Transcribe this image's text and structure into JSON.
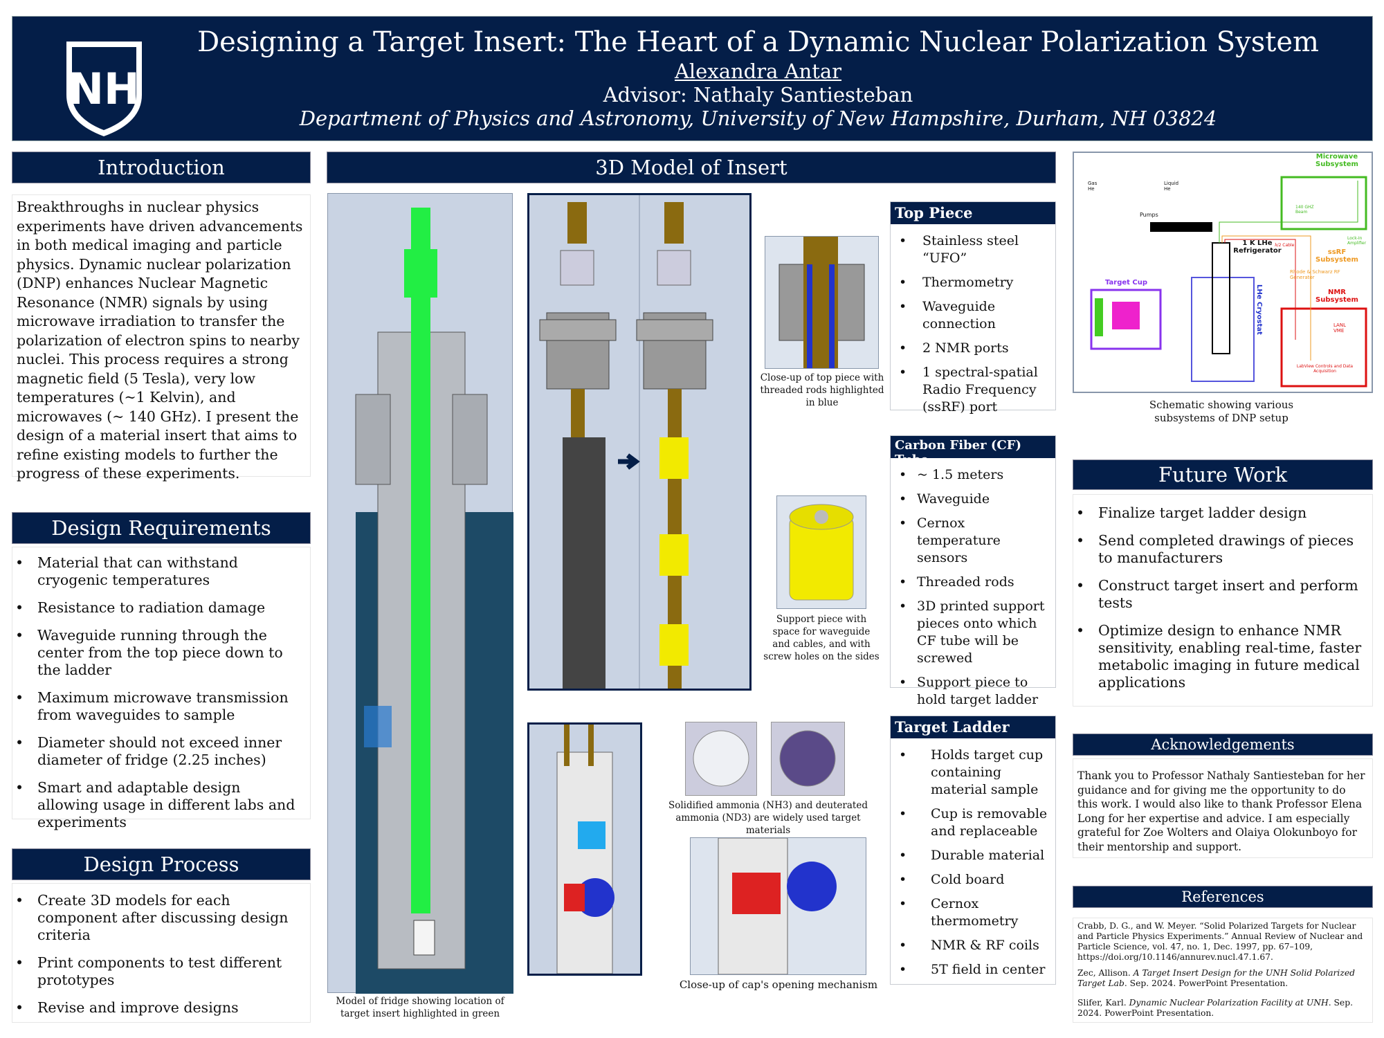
{
  "header": {
    "title": "Designing a Target Insert: The Heart of a Dynamic Nuclear Polarization System",
    "author": "Alexandra Antar",
    "advisor": "Advisor: Nathaly Santiesteban",
    "department": "Department of Physics and Astronomy, University of New Hampshire, Durham, NH 03824",
    "logo_text": "NH"
  },
  "intro": {
    "title": "Introduction",
    "text": "Breakthroughs in nuclear physics experiments have driven advancements in both medical imaging and particle physics. Dynamic nuclear polarization (DNP) enhances Nuclear Magnetic Resonance (NMR) signals by using microwave irradiation to transfer the polarization of electron spins to nearby nuclei. This process requires a strong magnetic field (5 Tesla), very low temperatures (~1 Kelvin), and microwaves (~ 140 GHz). I present the design of a material insert that aims to refine existing models to further the progress of these experiments."
  },
  "requirements": {
    "title": "Design Requirements",
    "items": [
      "Material that can withstand cryogenic temperatures",
      "Resistance to radiation damage",
      "Waveguide running through the center from the top piece down to the ladder",
      "Maximum microwave transmission from waveguides to sample",
      "Diameter should not exceed inner diameter of fridge (2.25 inches)",
      "Smart and adaptable design allowing usage in different labs and experiments"
    ]
  },
  "process": {
    "title": "Design Process",
    "items": [
      "Create 3D models for each component after discussing design criteria",
      "Print components to test different prototypes",
      "Revise and improve designs"
    ]
  },
  "model": {
    "title": "3D Model of Insert",
    "fridge_caption": "Model of fridge showing location of target insert highlighted in green",
    "top_closeup_caption": "Close-up of top piece with threaded rods highlighted in blue",
    "support_caption": "Support piece with space for waveguide and cables, and with screw holes on the sides",
    "ammonia_caption": "Solidified ammonia (NH3) and deuterated ammonia (ND3) are widely used target materials",
    "cap_caption": "Close-up of cap's opening mechanism",
    "top_piece": {
      "title": "Top Piece",
      "items": [
        "Stainless steel “UFO”",
        "Thermometry",
        "Waveguide connection",
        "2 NMR ports",
        "1 spectral-spatial Radio Frequency (ssRF) port"
      ]
    },
    "cf_tube": {
      "title": "Carbon Fiber (CF) Tube",
      "items": [
        "~ 1.5 meters",
        "Waveguide",
        "Cernox temperature sensors",
        "Threaded rods",
        "3D printed support pieces onto which CF tube will be screwed",
        "Support piece to hold target ladder"
      ]
    },
    "target_ladder": {
      "title": "Target Ladder",
      "items": [
        "Holds target cup containing material sample",
        "Cup is removable and replaceable",
        "Durable material",
        "Cold board",
        "Cernox thermometry",
        "NMR & RF coils",
        "5T field in center"
      ]
    }
  },
  "schematic": {
    "caption": "Schematic showing various subsystems of DNP setup",
    "labels": {
      "microwave": "Microwave Subsystem",
      "ssrf": "ssRF Subsystem",
      "nmr": "NMR Subsystem",
      "refrigerator": "1 K LHe Refrigerator",
      "cryostat": "LHe Cryostat",
      "target_cup": "Target Cup",
      "pumps": "Pumps",
      "gas": "Gas He",
      "liquid": "Liquid He",
      "rs": "Rhode & Schwarz RF Generator",
      "lockin": "Lock-In Amplifier",
      "lanl": "LANL VME",
      "labview": "LabView Controls and Data Acquisition",
      "beam": "140 GHZ Beam",
      "cable": "λ/2 Cable"
    }
  },
  "future": {
    "title": "Future Work",
    "items": [
      "Finalize target ladder design",
      "Send completed drawings of pieces to manufacturers",
      "Construct target insert and perform tests",
      "Optimize design to enhance NMR sensitivity, enabling real-time, faster metabolic imaging in future medical applications"
    ]
  },
  "ack": {
    "title": "Acknowledgements",
    "text": "Thank you to Professor Nathaly Santiesteban for her guidance and for giving me the opportunity to do this work. I would also like to thank Professor Elena Long for her expertise and advice.  I am especially grateful for Zoe Wolters and Olaiya Olokunboyo for their mentorship and support."
  },
  "refs": {
    "title": "References",
    "items": [
      {
        "pre": "Crabb, D. G., and W. Meyer. “Solid Polarized Targets for Nuclear and Particle Physics Experiments.” Annual Review of Nuclear and Particle Science, vol. 47, no. 1, Dec. 1997, pp. 67–109, https://doi.org/10.1146/annurev.nucl.47.1.67.",
        "title": "",
        "post": ""
      },
      {
        "pre": "Zec, Allison. ",
        "title": "A Target Insert Design for the UNH Solid Polarized Target Lab",
        "post": ". Sep. 2024. PowerPoint Presentation."
      },
      {
        "pre": "Slifer, Karl. ",
        "title": "Dynamic Nuclear Polarization Facility at UNH",
        "post": ". Sep. 2024. PowerPoint Presentation."
      }
    ]
  },
  "colors": {
    "navy": "#041e48",
    "green": "#22ee44",
    "blue": "#2233cc",
    "yellow": "#f2ea00"
  }
}
